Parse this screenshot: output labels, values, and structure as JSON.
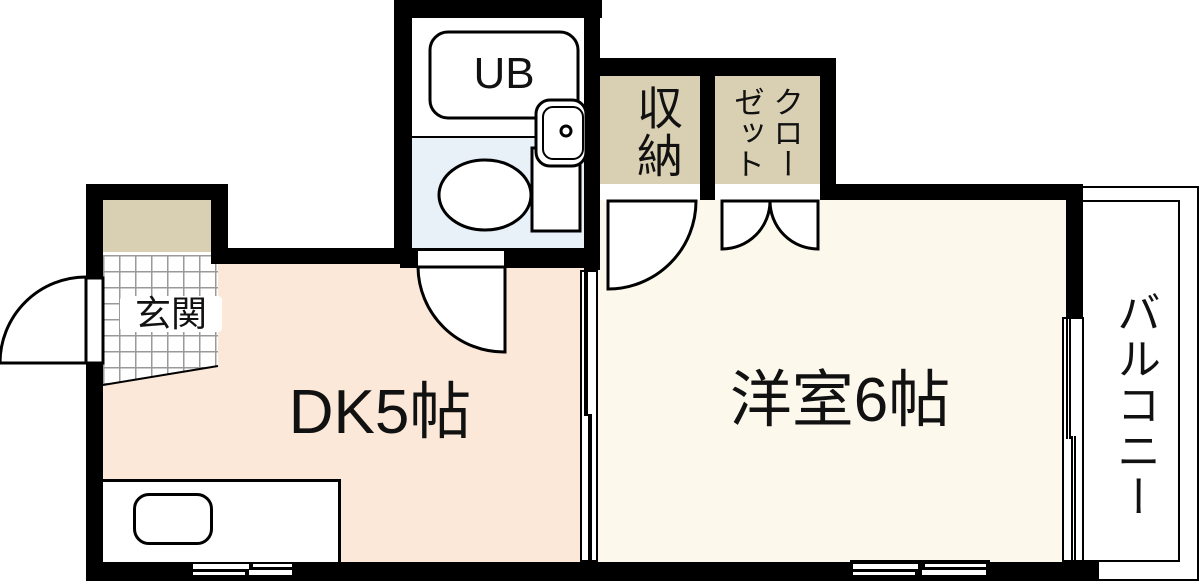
{
  "floorplan": {
    "colors": {
      "wall": "#000000",
      "dk": "#fbe8d8",
      "western_room": "#fcf8ec",
      "bath_upper": "#ffffff",
      "bath_lower": "#e8f1f8",
      "storage": "#d9d0b4",
      "entrance_tile": "#9a9a9a",
      "balcony": "#ffffff"
    },
    "rooms": {
      "unit_bath": {
        "label": "UB"
      },
      "storage": {
        "label": "収納"
      },
      "closet": {
        "label": "クローゼット",
        "col1": "クロー",
        "col2": "ゼット"
      },
      "entrance": {
        "label": "玄関"
      },
      "dk": {
        "label": "DK5帖"
      },
      "western": {
        "label": "洋室6帖"
      },
      "balcony": {
        "label": "バルコニー"
      }
    }
  }
}
